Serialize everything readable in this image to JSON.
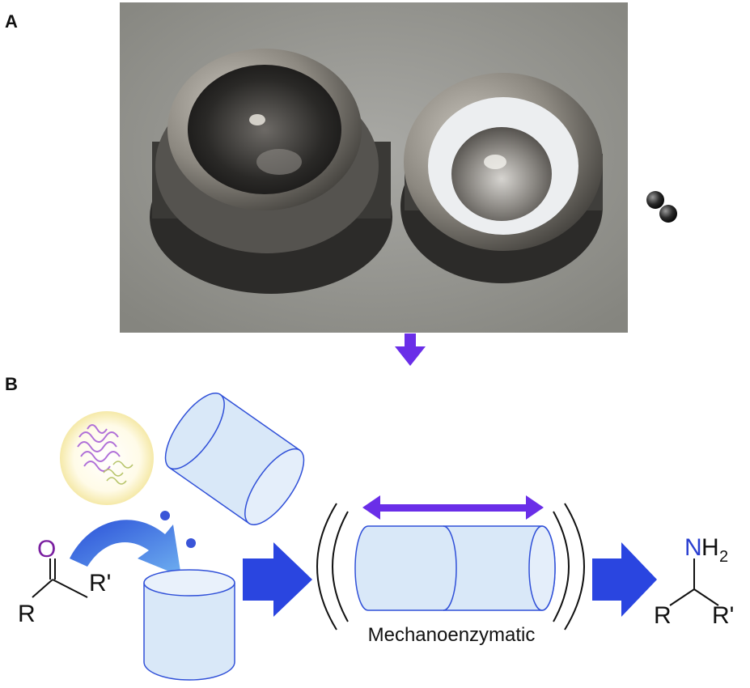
{
  "panels": {
    "a": "A",
    "b": "B"
  },
  "reactant": {
    "oxygen": "O",
    "r": "R",
    "r_prime": "R'"
  },
  "product": {
    "nitrogen": "N",
    "h2_h": "H",
    "h2_sub": "2",
    "r": "R",
    "r_prime": "R'"
  },
  "process": {
    "caption": "Mechanoenzymatic"
  },
  "colors": {
    "arrow_purple": "#6a2ee8",
    "arrow_blue": "#2a45e0",
    "vessel_fill": "#d9e8f8",
    "vessel_stroke": "#3050d8",
    "oxygen": "#7a1fa0",
    "nitrogen": "#2a3fd0"
  }
}
